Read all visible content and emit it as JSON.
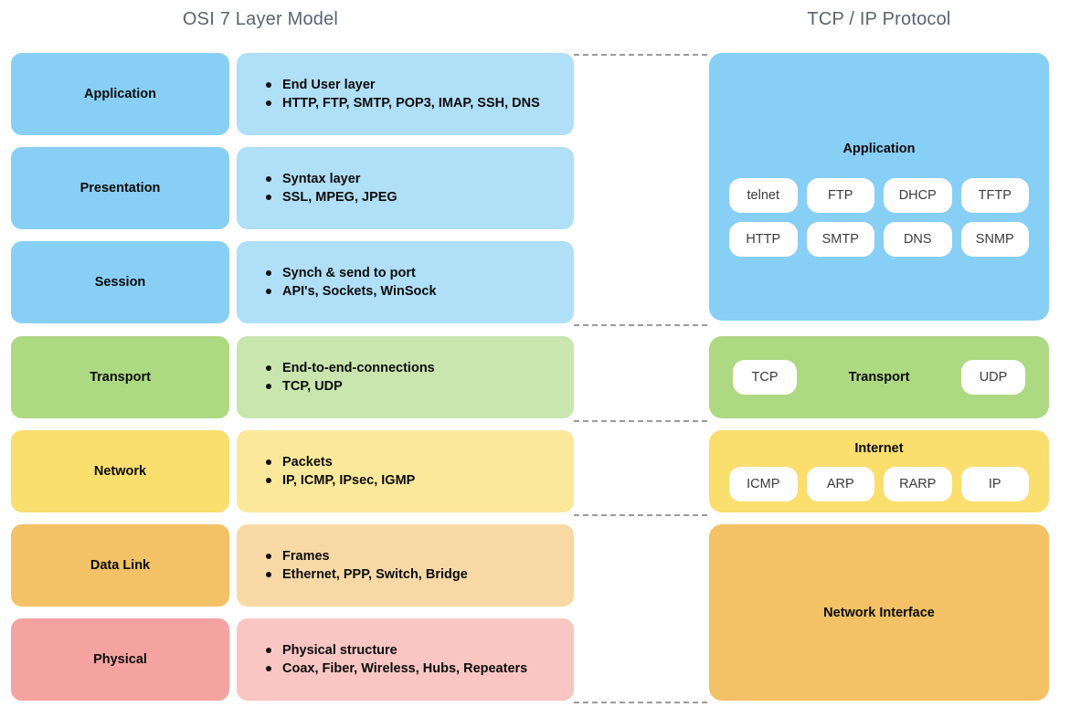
{
  "osi": {
    "title": "OSI 7 Layer Model",
    "layers": [
      {
        "name": "Application",
        "details": [
          "End User layer",
          "HTTP, FTP, SMTP, POP3, IMAP, SSH, DNS"
        ],
        "name_color": "#88cff5",
        "detail_color": "#b0dff8"
      },
      {
        "name": "Presentation",
        "details": [
          "Syntax layer",
          "SSL, MPEG, JPEG"
        ],
        "name_color": "#88cff5",
        "detail_color": "#b0dff8"
      },
      {
        "name": "Session",
        "details": [
          "Synch & send to port",
          "API's, Sockets, WinSock"
        ],
        "name_color": "#88cff5",
        "detail_color": "#b0dff8"
      },
      {
        "name": "Transport",
        "details": [
          "End-to-end-connections",
          "TCP, UDP"
        ],
        "name_color": "#aed983",
        "detail_color": "#c8e6ae"
      },
      {
        "name": "Network",
        "details": [
          "Packets",
          "IP, ICMP, IPsec, IGMP"
        ],
        "name_color": "#fade6e",
        "detail_color": "#fbe89b"
      },
      {
        "name": "Data Link",
        "details": [
          "Frames",
          "Ethernet, PPP, Switch, Bridge"
        ],
        "name_color": "#f3c166",
        "detail_color": "#f8d9a6"
      },
      {
        "name": "Physical",
        "details": [
          "Physical structure",
          "Coax, Fiber, Wireless, Hubs, Repeaters"
        ],
        "name_color": "#f4a3a0",
        "detail_color": "#f9c6c3"
      }
    ]
  },
  "tcpip": {
    "title": "TCP / IP Protocol",
    "layers": [
      {
        "name": "Application",
        "color": "#88cff5",
        "protocol_rows": [
          [
            "telnet",
            "FTP",
            "DHCP",
            "TFTP"
          ],
          [
            "HTTP",
            "SMTP",
            "DNS",
            "SNMP"
          ]
        ]
      },
      {
        "name": "Transport",
        "color": "#aed983",
        "left_protocol": "TCP",
        "right_protocol": "UDP"
      },
      {
        "name": "Internet",
        "color": "#fade6e",
        "protocol_rows": [
          [
            "ICMP",
            "ARP",
            "RARP",
            "IP"
          ]
        ]
      },
      {
        "name": "Network Interface",
        "color": "#f3c166"
      }
    ]
  },
  "connectors": {
    "color": "#9a9a9a",
    "count": 6
  }
}
